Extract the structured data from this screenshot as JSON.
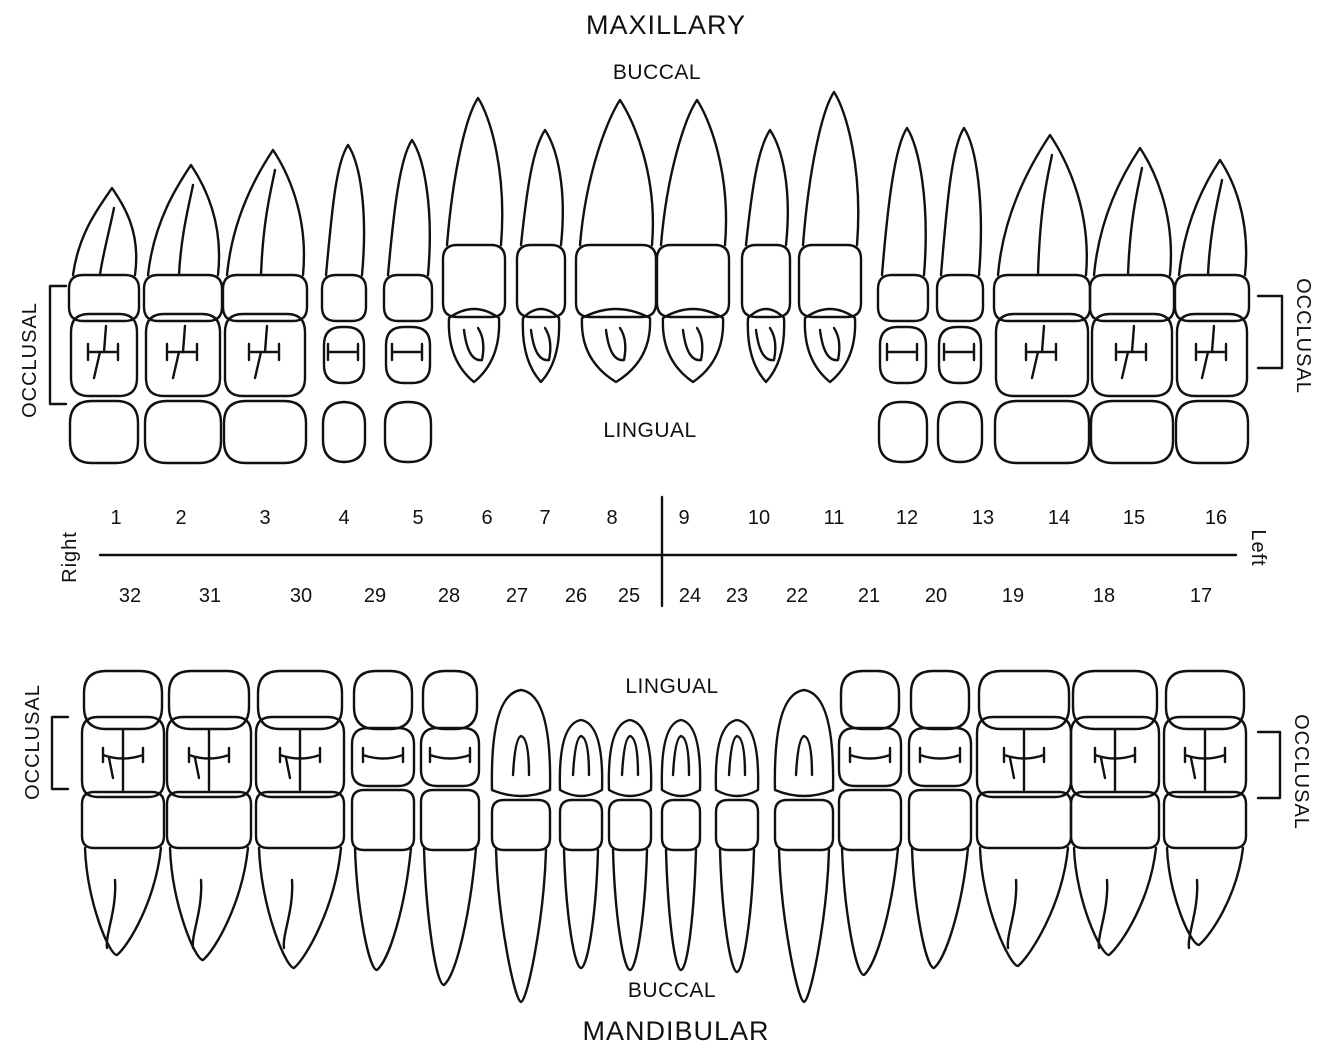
{
  "titles": {
    "upper": "MAXILLARY",
    "lower": "MANDIBULAR"
  },
  "surfaces": {
    "upper_buccal": "BUCCAL",
    "upper_lingual": "LINGUAL",
    "lower_lingual": "LINGUAL",
    "lower_buccal": "BUCCAL",
    "occlusal_upper_right": "OCCLUSAL",
    "occlusal_upper_left": "OCCLUSAL",
    "occlusal_lower_right": "OCCLUSAL",
    "occlusal_lower_left": "OCCLUSAL"
  },
  "sides": {
    "right": "Right",
    "left": "Left"
  },
  "upper_numbers": [
    "1",
    "2",
    "3",
    "4",
    "5",
    "6",
    "7",
    "8",
    "9",
    "10",
    "11",
    "12",
    "13",
    "14",
    "15",
    "16"
  ],
  "lower_numbers": [
    "32",
    "31",
    "30",
    "29",
    "28",
    "27",
    "26",
    "25",
    "24",
    "23",
    "22",
    "21",
    "20",
    "19",
    "18",
    "17"
  ],
  "colors": {
    "ink": "#111111",
    "paper": "#ffffff"
  }
}
